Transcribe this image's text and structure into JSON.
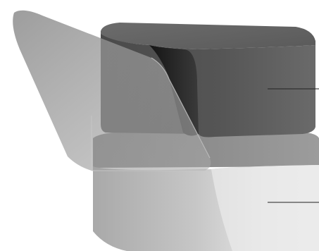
{
  "figure": {
    "kind": "3d-illustration",
    "description_visible_text": [],
    "parts": [
      {
        "id": "upper-block",
        "shade": "dark-gray"
      },
      {
        "id": "lower-block",
        "shade": "light-gray"
      },
      {
        "id": "transparent-flap",
        "shade": "translucent-gray"
      }
    ],
    "leader_lines": [
      {
        "points_to": "upper-block"
      },
      {
        "points_to": "lower-block"
      }
    ]
  },
  "colors": {
    "background": "#ffffff",
    "upper_block_front": "#5c5c5c",
    "upper_block_top": "#6e6e6e",
    "upper_block_side_dark": "#1e1e1e",
    "lower_block_front_left": "#b8b8b8",
    "lower_block_front_right": "#e6e6e6",
    "lower_block_top": "#8f8f8f",
    "flap": "#9a9a9a",
    "leader_line": "#222222"
  }
}
